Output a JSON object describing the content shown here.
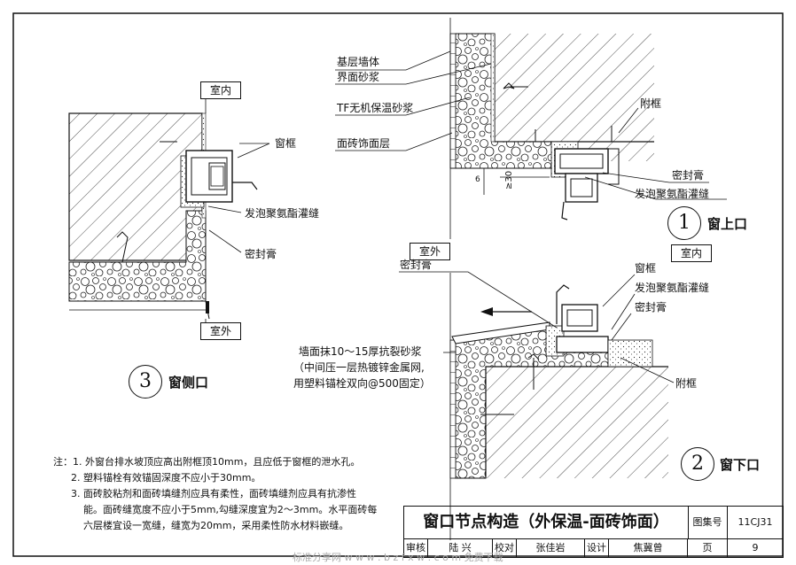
{
  "labels": {
    "indoor_left": "室内",
    "outdoor_left": "室外",
    "window_frame_1": "窗框",
    "pu_foam_1": "发泡聚氨酯灌缝",
    "sealant_1": "密封膏",
    "base_wall": "基层墙体",
    "interface_mortar": "界面砂浆",
    "tf_mortar": "TF无机保温砂浆",
    "tile_layer": "面砖饰面层",
    "sub_frame_1": "附框",
    "sealant_2": "密封膏",
    "pu_foam_2": "发泡聚氨酯灌缝",
    "dim_6": "6",
    "dim_30": "≥30",
    "outdoor_right": "室外",
    "indoor_right": "室内",
    "sealant_3": "密封膏",
    "window_frame_2": "窗框",
    "pu_foam_3": "发泡聚氨酯灌缝",
    "sealant_4": "密封膏",
    "sub_frame_2": "附框",
    "mortar_note_1": "墙面抹10～15厚抗裂砂浆",
    "mortar_note_2": "（中间压一层热镀锌金属网,",
    "mortar_note_3": "用塑料锚栓双向@500固定）"
  },
  "details": [
    {
      "num": "1",
      "caption": "窗上口"
    },
    {
      "num": "2",
      "caption": "窗下口"
    },
    {
      "num": "3",
      "caption": "窗侧口"
    }
  ],
  "notes": [
    "注：1. 外窗台排水坡顶应高出附框顶10mm，且应低于窗框的泄水孔。",
    "2. 塑料锚栓有效锚固深度不应小于30mm。",
    "3. 面砖胶粘剂和面砖填缝剂应具有柔性，面砖填缝剂应具有抗渗性",
    "能。面砖缝宽度不应小于5mm,勾缝深度宜为2～3mm。水平面砖每",
    "六层楼宜设一宽缝，缝宽为20mm，采用柔性防水材料嵌缝。"
  ],
  "title_block": {
    "title": "窗口节点构造（外保温-面砖饰面）",
    "atlas_label": "图集号",
    "atlas_no": "11CJ31",
    "review": "审核",
    "reviewer": "陆 兴",
    "check": "校对",
    "checker": "张佳岩",
    "design": "设计",
    "designer": "焦冀曾",
    "page_label": "页",
    "page_no": "9"
  },
  "watermark": "标准分享网 w w w . b z f x w . c o m 免费下载"
}
